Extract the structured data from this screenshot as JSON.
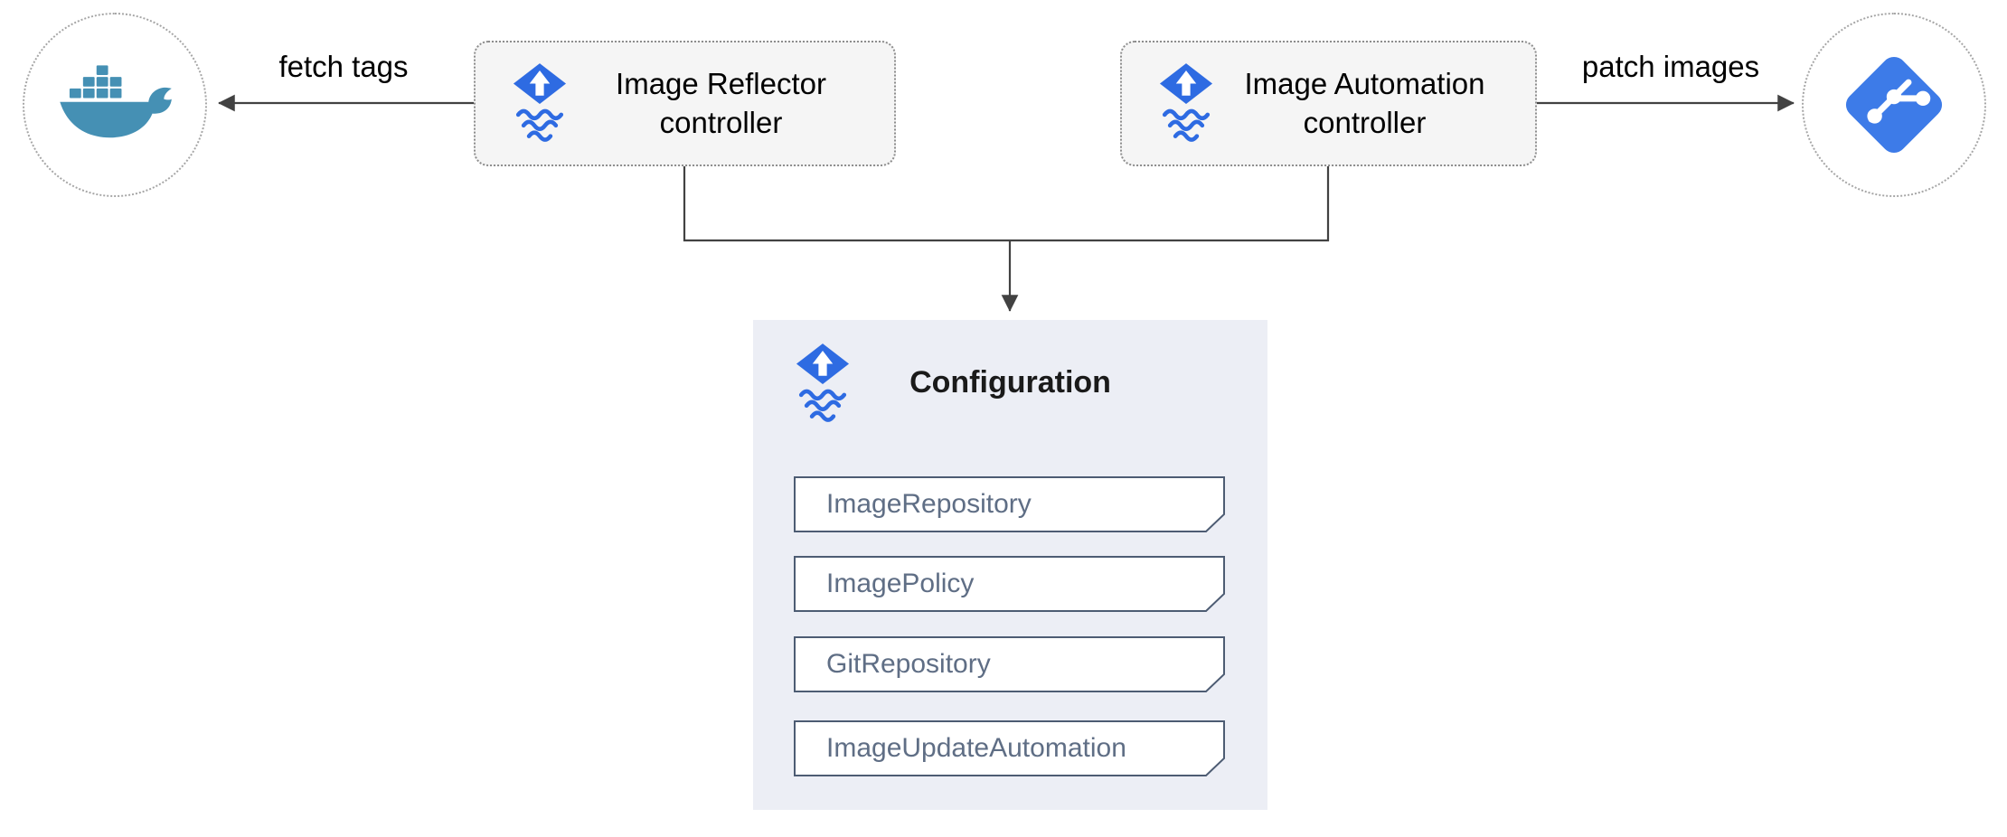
{
  "diagram": {
    "nodes": {
      "docker": {
        "icon": "docker-icon"
      },
      "git": {
        "icon": "git-icon"
      }
    },
    "edges": {
      "fetch_tags": "fetch tags",
      "patch_images": "patch images"
    },
    "controllers": [
      {
        "line1": "Image Reflector",
        "line2": "controller",
        "icon": "flux-icon"
      },
      {
        "line1": "Image Automation",
        "line2": "controller",
        "icon": "flux-icon"
      }
    ],
    "configuration": {
      "title": "Configuration",
      "icon": "flux-icon",
      "items": [
        {
          "label": "ImageRepository"
        },
        {
          "label": "ImagePolicy"
        },
        {
          "label": "GitRepository"
        },
        {
          "label": "ImageUpdateAutomation"
        }
      ]
    }
  },
  "colors": {
    "flux_blue": "#2e6be2",
    "docker_blue": "#4590b4",
    "git_blue": "#3d7be8",
    "connector": "#424242",
    "controller_box_bg": "#f5f5f5",
    "config_bg": "#eceef5",
    "card_border": "#4d5c73",
    "card_text": "#5f6e85"
  }
}
